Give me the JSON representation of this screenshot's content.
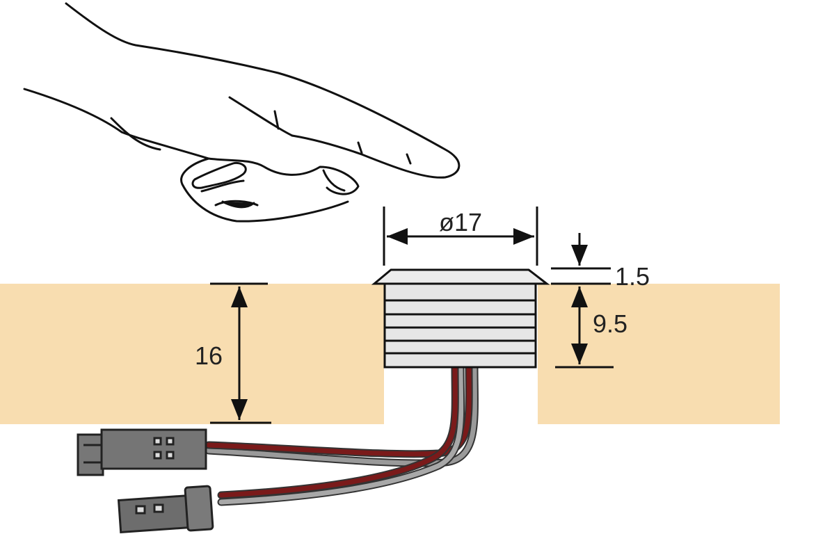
{
  "dimensions": {
    "diameter": "ø17",
    "flange_height": "1.5",
    "body_depth": "9.5",
    "panel_thickness": "16"
  },
  "colors": {
    "panel": "#F8DDB0",
    "switch_body": "#E6E6E6",
    "outline": "#111111",
    "wire_red": "#7a1a1a",
    "wire_grey": "#9a9a9a",
    "connector": "#6f6f6f"
  }
}
